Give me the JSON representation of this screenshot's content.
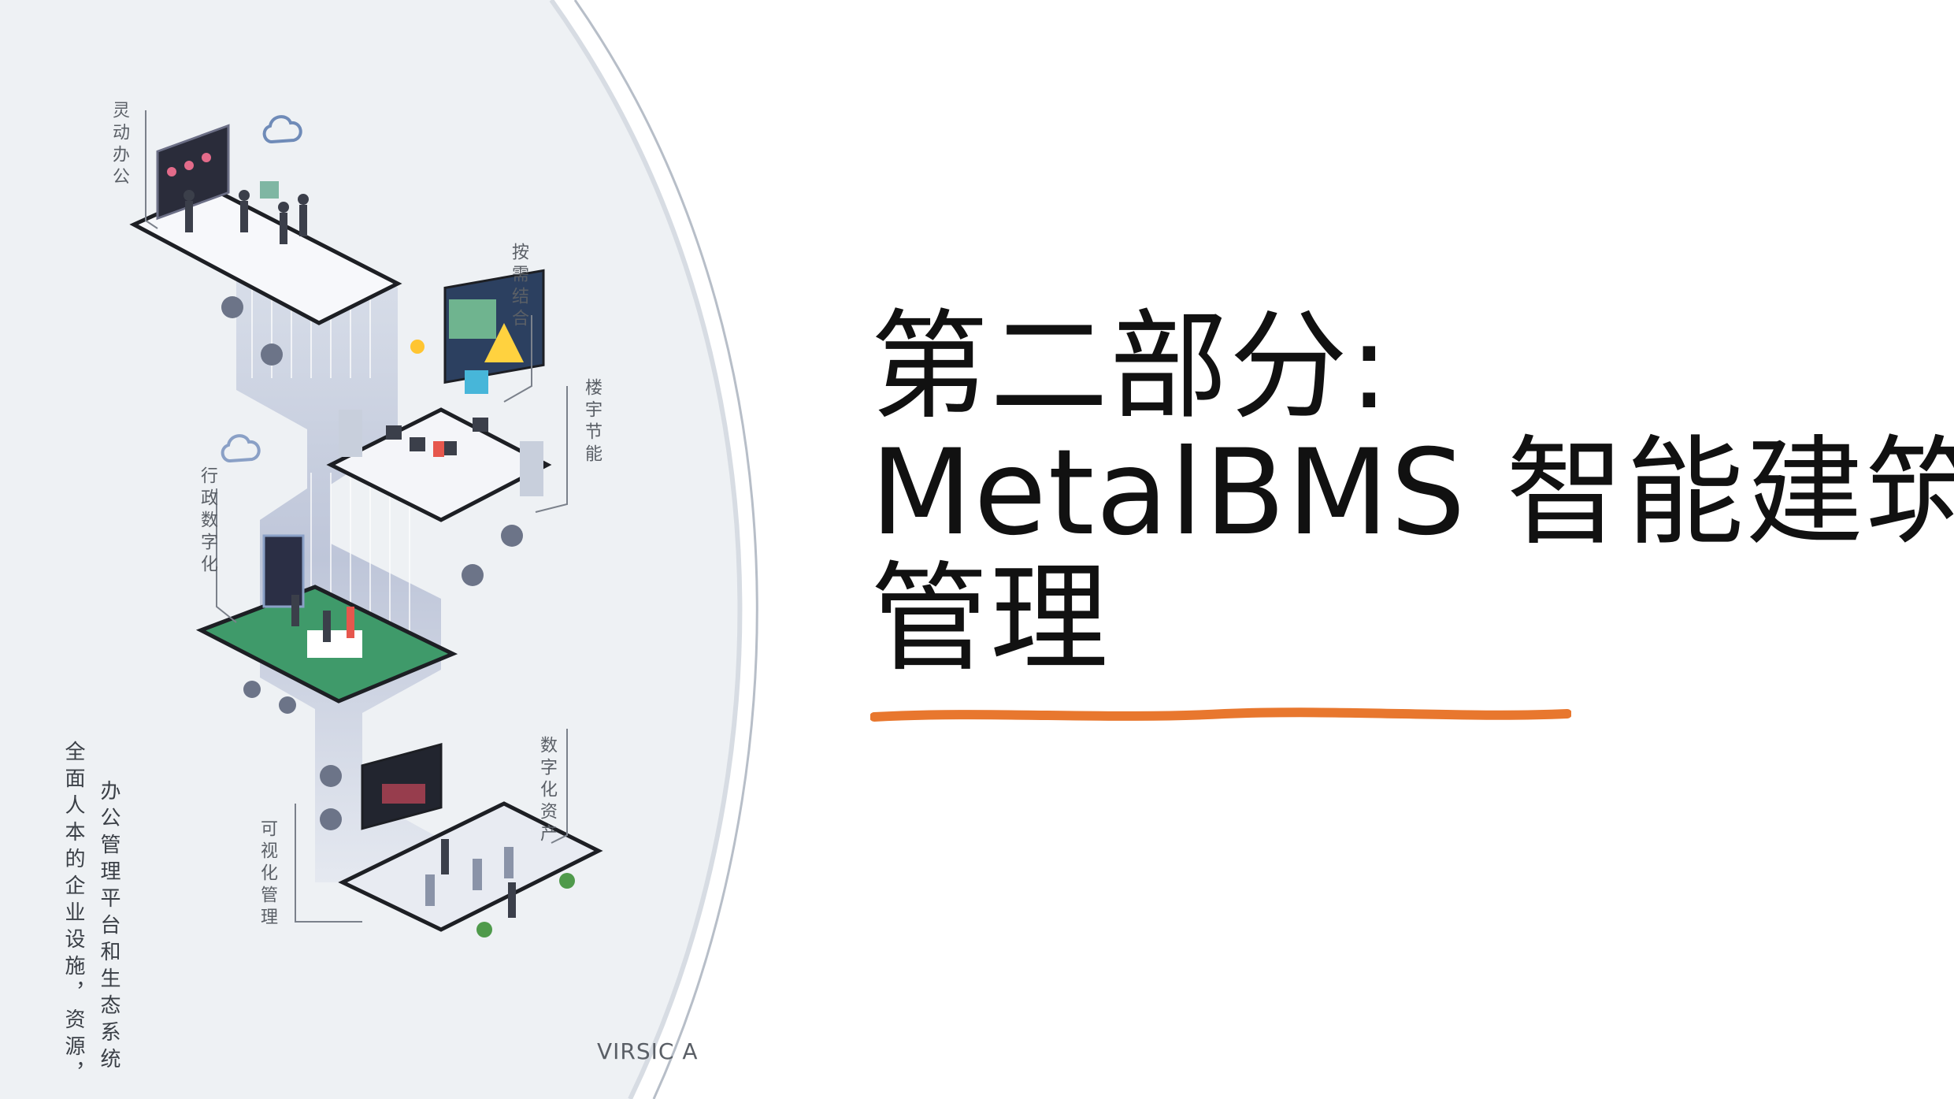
{
  "illustration": {
    "labels": {
      "flexible_office": "灵动办公",
      "on_demand": "按需结合",
      "building_energy": "楼宇节能",
      "admin_digital": "行政数字化",
      "digital_assets": "数字化资产",
      "visual_management": "可视化管理"
    },
    "side_text": {
      "line1": "办公管理平台和生态系统",
      "line2": "全面人本的企业设施，资源，"
    },
    "brand": "VIRSIC A"
  },
  "title": {
    "line1": "第二部分:",
    "line2": "MetalBMS 智能建筑",
    "line3": "管理"
  },
  "colors": {
    "accent_underline": "#e8772e",
    "title_text": "#111111",
    "panel_bg": "#eef1f4",
    "platform_green": "#3f9a6a"
  }
}
